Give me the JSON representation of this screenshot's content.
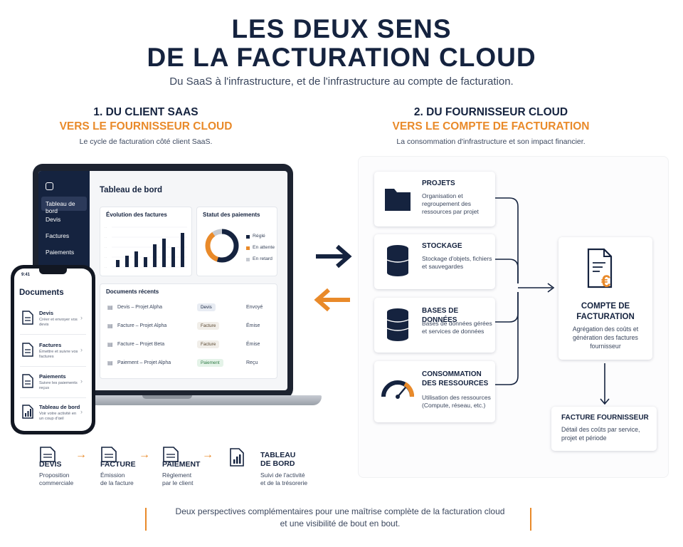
{
  "title": {
    "line1": "LES DEUX SENS",
    "line2": "DE LA FACTURATION CLOUD"
  },
  "subtitle": "Du SaaS à l'infrastructure, et de l'infrastructure au compte de facturation.",
  "section1": {
    "heading1": "1. DU CLIENT SAAS",
    "heading2": "VERS LE FOURNISSEUR CLOUD",
    "subtitle": "Le cycle de facturation côté client SaaS."
  },
  "section2": {
    "heading1": "2. DU FOURNISSEUR CLOUD",
    "heading2": "VERS LE COMPTE DE FACTURATION",
    "subtitle": "La consommation d'infrastructure et son impact financier."
  },
  "laptop": {
    "sidebar": [
      "Tableau de bord",
      "Devis",
      "Factures",
      "Paiements"
    ],
    "main_title": "Tableau de bord",
    "chart_card_title": "Évolution des factures",
    "status_card_title": "Statut des paiements",
    "status_legend": [
      "Réglé",
      "En attente",
      "En retard"
    ],
    "recent_title": "Documents récents",
    "recent_rows": [
      {
        "name": "Devis – Projet Alpha",
        "badge": "Devis",
        "status": "Envoyé"
      },
      {
        "name": "Facture – Projet Alpha",
        "badge": "Facture",
        "status": "Émise"
      },
      {
        "name": "Facture – Projet Beta",
        "badge": "Facture",
        "status": "Émise"
      },
      {
        "name": "Paiement – Projet Alpha",
        "badge": "Paiement",
        "status": "Reçu"
      }
    ]
  },
  "phone": {
    "time": "9:41",
    "title": "Documents",
    "items": [
      {
        "title": "Devis",
        "desc": "Créer et envoyer vos devis"
      },
      {
        "title": "Factures",
        "desc": "Émettre et suivre vos factures"
      },
      {
        "title": "Paiements",
        "desc": "Suivre les paiements reçus"
      },
      {
        "title": "Tableau de bord",
        "desc": "Voir votre activité en un coup d'œil"
      }
    ]
  },
  "flow": [
    {
      "title": "DEVIS",
      "desc": "Proposition\ncommerciale"
    },
    {
      "title": "FACTURE",
      "desc": "Émission\nde la facture"
    },
    {
      "title": "PAIEMENT",
      "desc": "Règlement\npar le client"
    },
    {
      "title": "TABLEAU\nDE BORD",
      "desc": "Suivi de l'activité\net de la trésorerie"
    }
  ],
  "resources": [
    {
      "title": "PROJETS",
      "desc": "Organisation et regroupement des ressources par projet",
      "icon": "folder-icon"
    },
    {
      "title": "STOCKAGE",
      "desc": "Stockage d'objets, fichiers et sauvegardes",
      "icon": "storage-icon"
    },
    {
      "title": "BASES DE DONNÉES",
      "desc": "Bases de données gérées et services de données",
      "icon": "database-icon"
    },
    {
      "title": "CONSOMMATION\nDES RESSOURCES",
      "desc": "Utilisation des ressources (Compute, réseau, etc.)",
      "icon": "gauge-icon"
    }
  ],
  "billing_account": {
    "title": "COMPTE DE\nFACTURATION",
    "desc": "Agrégation des coûts et génération des factures fournisseur"
  },
  "supplier_invoice": {
    "title": "FACTURE FOURNISSEUR",
    "desc": "Détail des coûts par service, projet et période"
  },
  "footer": {
    "line1": "Deux perspectives complémentaires pour une maîtrise complète de la facturation cloud",
    "line2": "et une visibilité de bout en bout."
  },
  "colors": {
    "navy": "#15233f",
    "orange": "#e98a2a"
  }
}
